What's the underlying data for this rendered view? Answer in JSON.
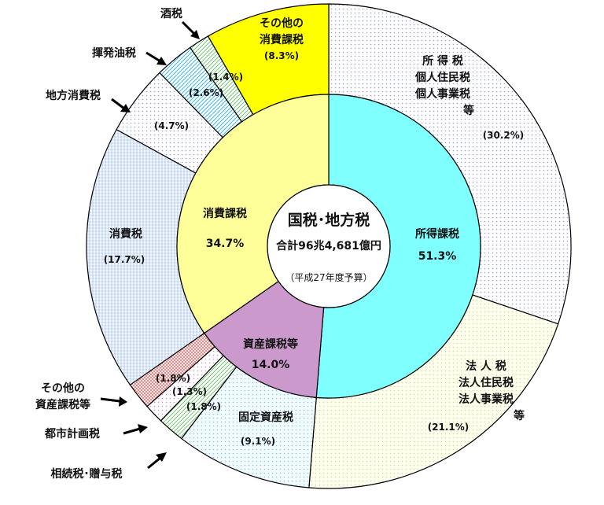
{
  "chart_data": {
    "type": "pie",
    "title": "国税･地方税",
    "subtitle": "合計96兆4,681億円",
    "note": "（平成27年度予算）",
    "inner_ring": [
      {
        "label": "所得課税",
        "pct_label": "51.3%",
        "value": 51.3,
        "color": "#80ffff"
      },
      {
        "label": "資産課税等",
        "pct_label": "14.0%",
        "value": 14.0,
        "color": "#cc99cc"
      },
      {
        "label": "消費課税",
        "pct_label": "34.7%",
        "value": 34.7,
        "color": "#ffff99"
      }
    ],
    "outer_ring": [
      {
        "label_lines": [
          "所 得 税",
          "個人住民税",
          "個人事業税",
          "等"
        ],
        "pct_label": "(30.2%)",
        "value": 30.2,
        "color": "#f1f1fb",
        "pattern": "dots-lav"
      },
      {
        "label_lines": [
          "法 人 税",
          "法人住民税",
          "法人事業税",
          "等"
        ],
        "pct_label": "(21.1%)",
        "value": 21.1,
        "color": "#fefee6",
        "pattern": "dots-yel"
      },
      {
        "label": "固定資産税",
        "pct_label": "(9.1%)",
        "value": 9.1,
        "color": "#e5f7fb",
        "pattern": "dots-cyan"
      },
      {
        "label": "相続税･贈与税",
        "pct_label": "(1.8%)",
        "value": 1.8,
        "color": "#eaffea",
        "pattern": "diag-green"
      },
      {
        "label": "都市計画税",
        "pct_label": "(1.3%)",
        "value": 1.3,
        "color": "#f8f0fa",
        "pattern": "dots-pink"
      },
      {
        "label_lines": [
          "その他の",
          "資産課税等"
        ],
        "pct_label": "(1.8%)",
        "value": 1.8,
        "color": "#fff2f2",
        "pattern": "grid-red"
      },
      {
        "label": "消費税",
        "pct_label": "(17.7%)",
        "value": 17.7,
        "color": "#eaf2fb",
        "pattern": "grid-blue"
      },
      {
        "label": "地方消費税",
        "pct_label": "(4.7%)",
        "value": 4.7,
        "color": "#f6f2fb",
        "pattern": "dots-lav"
      },
      {
        "label": "揮発油税",
        "pct_label": "(2.6%)",
        "value": 2.6,
        "color": "#ecfbff",
        "pattern": "diag-cyan"
      },
      {
        "label": "酒税",
        "pct_label": "(1.4%)",
        "value": 1.4,
        "color": "#f2fff2",
        "pattern": "diag-green"
      },
      {
        "label_lines": [
          "その他の",
          "消費課税"
        ],
        "pct_label": "(8.3%)",
        "value": 8.3,
        "color": "#ffff00"
      }
    ]
  }
}
